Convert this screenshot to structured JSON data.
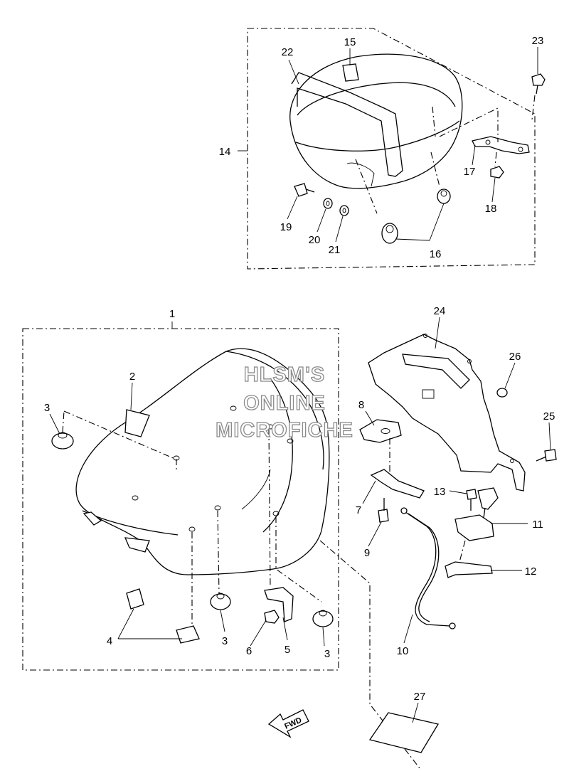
{
  "watermark": {
    "line1": "HLSM'S",
    "line2": "ONLINE",
    "line3": "MICROFICHE"
  },
  "direction_arrow": {
    "text": "FWD"
  },
  "callouts": {
    "c1": "1",
    "c2": "2",
    "c3a": "3",
    "c3b": "3",
    "c3c": "3",
    "c4": "4",
    "c5": "5",
    "c6": "6",
    "c7": "7",
    "c8": "8",
    "c9": "9",
    "c10": "10",
    "c11": "11",
    "c12": "12",
    "c13": "13",
    "c14": "14",
    "c15": "15",
    "c16": "16",
    "c17": "17",
    "c18": "18",
    "c19": "19",
    "c20": "20",
    "c21": "21",
    "c22": "22",
    "c23": "23",
    "c24": "24",
    "c25": "25",
    "c26": "26",
    "c27": "27"
  }
}
